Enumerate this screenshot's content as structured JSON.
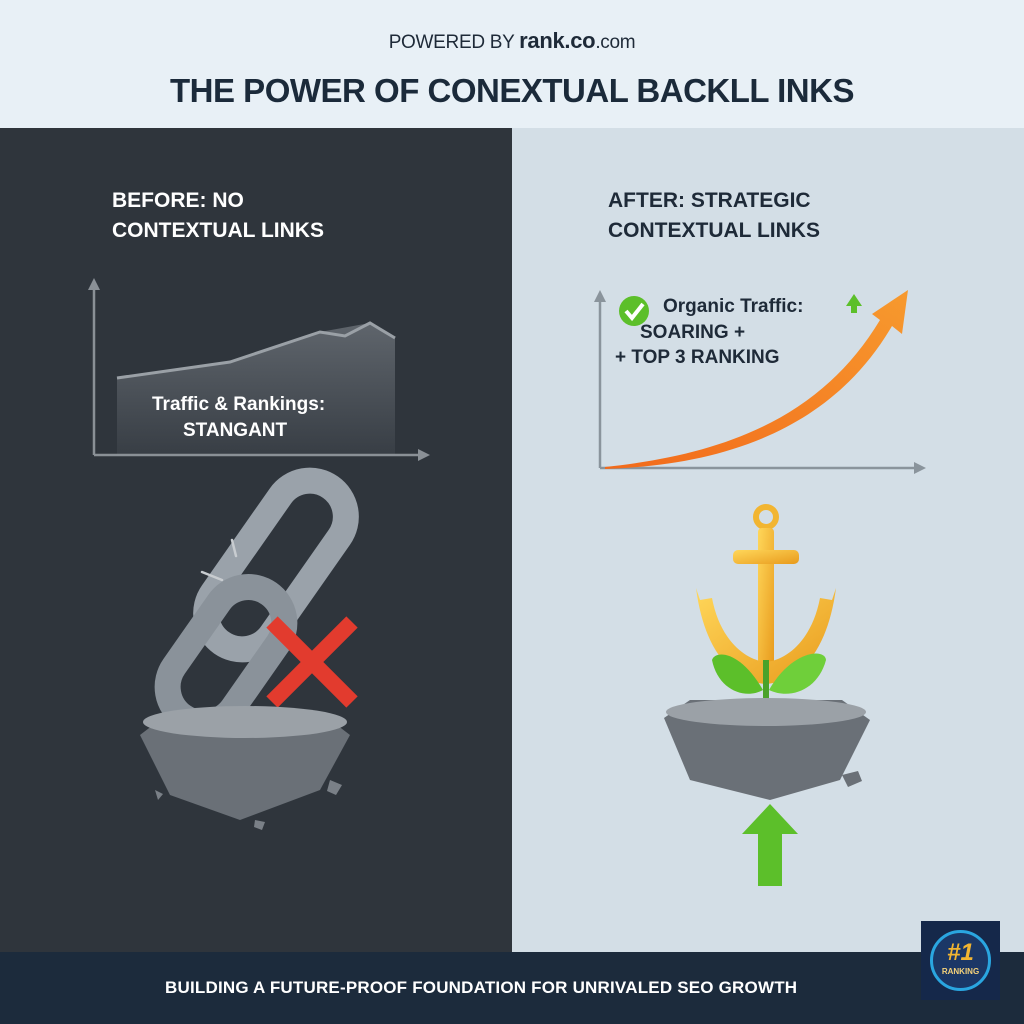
{
  "header": {
    "powered_prefix": "POWERED BY",
    "brand": "rank.co",
    "brand_suffix": ".com",
    "title": "THE POWER OF CONEXTUAL BACKLL INKS"
  },
  "before": {
    "title_line1": "BEFORE: NO",
    "title_line2": "CONTEXTUAL LINKS",
    "chart_label_line1": "Traffic & Rankings:",
    "chart_label_line2": "STANGANT",
    "icons": [
      "broken-chain-icon",
      "red-x-icon",
      "rock-icon"
    ]
  },
  "after": {
    "title_line1": "AFTER: STRATEGIC",
    "title_line2": "CONTEXTUAL LINKS",
    "line1": "Organic Traffic:",
    "line2": "SOARING +",
    "line3": "+ TOP 3 RANKING",
    "icons": [
      "check-icon",
      "anchor-icon",
      "sprout-icon",
      "rock-icon",
      "up-arrow-icon"
    ]
  },
  "footer": {
    "text": "BUILDING A FUTURE-PROOF FOUNDATION FOR UNRIVALED SEO GROWTH",
    "badge_number": "#1",
    "badge_text": "RANKING"
  },
  "colors": {
    "dark_panel": "#2f353c",
    "light_panel": "#d3dee6",
    "accent_orange": "#f08a24",
    "green": "#5cbf2a",
    "red": "#e23b2e",
    "footer": "#1c2b3c",
    "gold": "#f2b531"
  }
}
